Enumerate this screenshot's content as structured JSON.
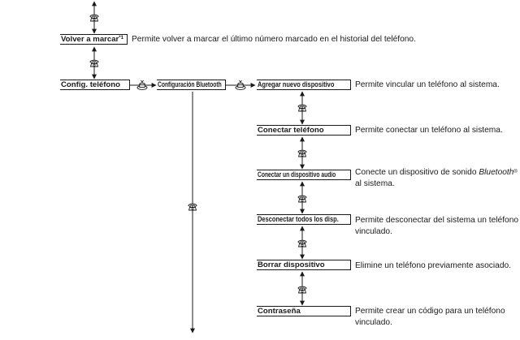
{
  "menu": {
    "redial": {
      "label": "Volver a marcar",
      "note": "*1",
      "description": "Permite volver a marcar el último número marcado en el historial del teléfono."
    },
    "phone_setup": {
      "label": "Config. teléfono"
    },
    "bluetooth_setup": {
      "label": "Configuración Bluetooth"
    },
    "items": [
      {
        "label": "Agregar nuevo dispositivo",
        "description": "Permite vincular un teléfono al sistema."
      },
      {
        "label": "Conectar teléfono",
        "description": "Permite conectar un teléfono al sistema."
      },
      {
        "label": "Conectar un dispositivo audio",
        "description_line1_pre": "Conecte un dispositivo de sonido ",
        "description_brand": "Bluetooth",
        "description_reg": "®",
        "description_line2": "al sistema."
      },
      {
        "label": "Desconectar todos los disp.",
        "description_line1": "Permite desconectar del sistema un teléfono",
        "description_line2": "vinculado."
      },
      {
        "label": "Borrar dispositivo",
        "description": "Elimine un teléfono previamente asociado."
      },
      {
        "label": "Contraseña",
        "description_line1": "Permite crear un código para un teléfono",
        "description_line2": "vinculado."
      }
    ]
  },
  "icons": {
    "step": "phone-dial-icon",
    "select": "press-knob-icon"
  },
  "colors": {
    "ink": "#1a1a1a",
    "background": "#ffffff"
  }
}
